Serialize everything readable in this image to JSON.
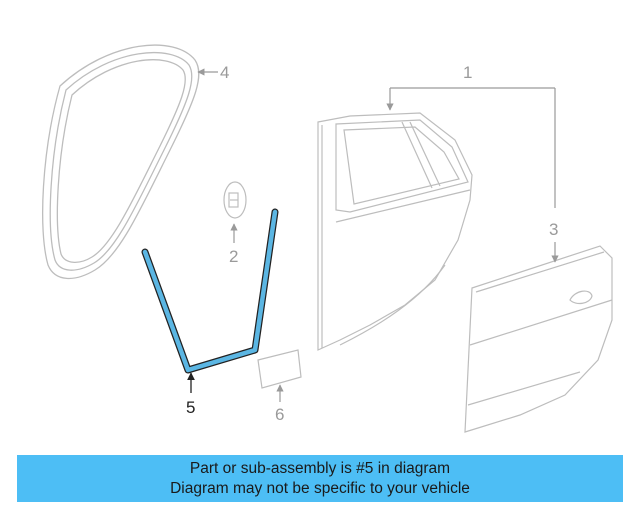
{
  "callouts": {
    "c1": "1",
    "c2": "2",
    "c3": "3",
    "c4": "4",
    "c5": "5",
    "c6": "6"
  },
  "highlighted_part": "5",
  "colors": {
    "highlight": "#5bb6e3",
    "banner": "#4dbef5",
    "line_gray": "#bdbdbd",
    "callout_gray": "#9a9a9a"
  },
  "banner": {
    "line1": "Part or sub-assembly is #5 in diagram",
    "line2": "Diagram may not be specific to your vehicle"
  }
}
